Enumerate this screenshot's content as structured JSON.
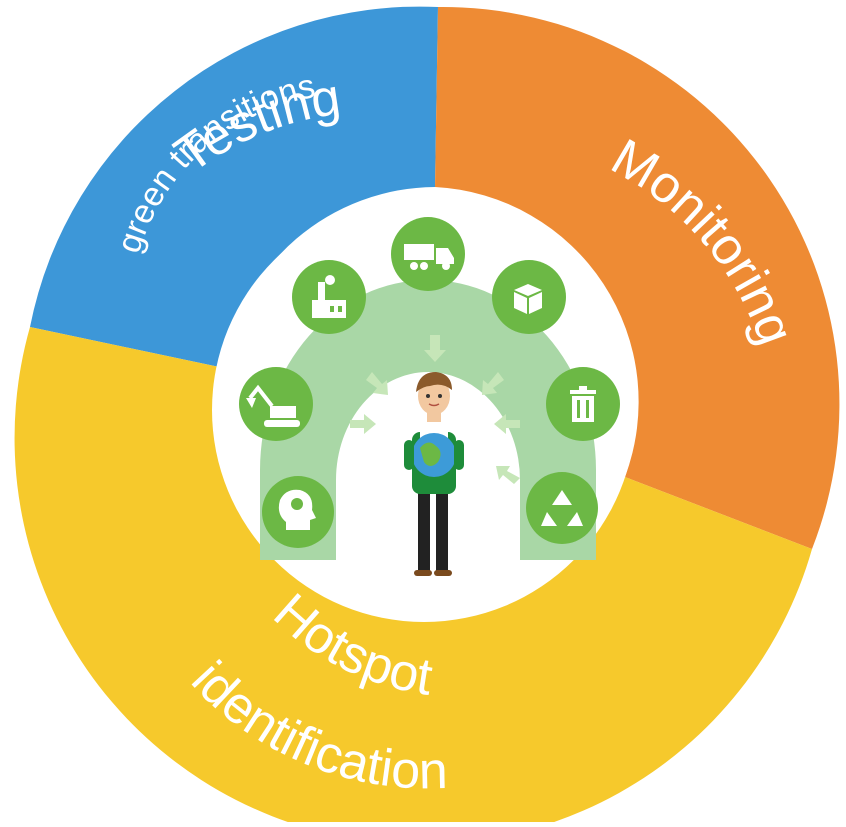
{
  "diagram": {
    "segments": [
      {
        "id": "testing",
        "color": "#3D97D8",
        "lines": [
          "Testing",
          "green transitions"
        ]
      },
      {
        "id": "monitoring",
        "color": "#EE8B34",
        "lines": [
          "Monitoring"
        ]
      },
      {
        "id": "hotspot",
        "color": "#F6C92C",
        "lines": [
          "Hotspot",
          "identification"
        ]
      }
    ],
    "center": {
      "background": "#FFFFFF",
      "arch_color": "#A9D7A6",
      "icon_color": "#6CB845",
      "icons": [
        "lightbulb-head-icon",
        "excavator-icon",
        "factory-icon",
        "truck-icon",
        "boxes-icon",
        "trash-can-icon",
        "recycle-icon"
      ]
    }
  }
}
